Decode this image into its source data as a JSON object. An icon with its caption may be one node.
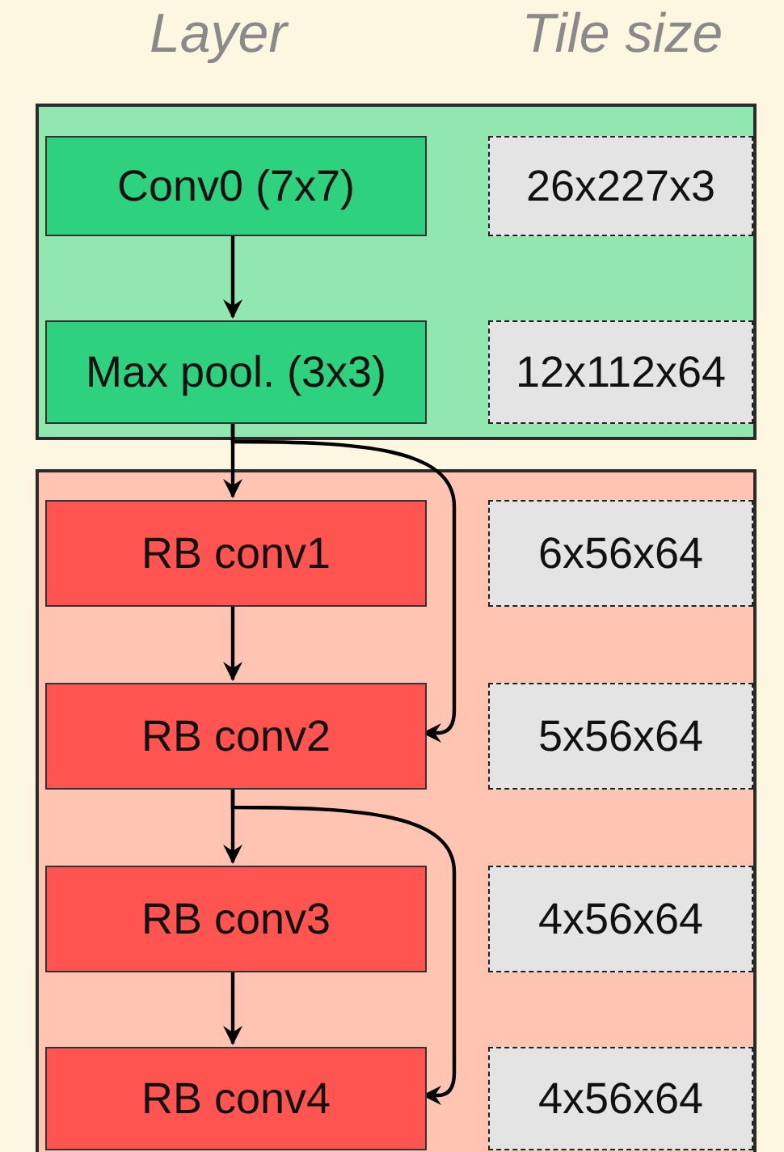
{
  "diagram": {
    "nodes": [
      {
        "text": [],
        "shape": "box"
      },
      {
        "text": [
          "Conv0 (7x7)"
        ],
        "in": 0
      },
      {
        "text": [
          "26x227x3"
        ],
        "in": 0
      },
      {
        "text": [
          "Max pool. (3x3)"
        ],
        "in": 0
      },
      {
        "text": [
          "12x112x64"
        ],
        "in": 0
      },
      {
        "text": [],
        "shape": "box"
      },
      {
        "text": [
          "RB conv1"
        ],
        "in": 5
      },
      {
        "text": [
          "6x56x64"
        ],
        "in": 5
      },
      {
        "text": [
          "RB conv2"
        ],
        "in": 5
      },
      {
        "text": [
          "5x56x64"
        ],
        "in": 5
      },
      {
        "text": [
          "RB conv3"
        ],
        "in": 5
      },
      {
        "text": [
          "4x56x64"
        ],
        "in": 5
      },
      {
        "text": [
          "RB conv4"
        ],
        "in": 5
      },
      {
        "text": [
          "4x56x64"
        ],
        "in": 5
      }
    ],
    "edges": [
      {
        "from": 1,
        "to": 3,
        "arrow": "to"
      },
      {
        "from": 3,
        "to": 6,
        "arrow": "to"
      },
      {
        "from": 6,
        "to": 8,
        "arrow": "to"
      },
      {
        "from": 8,
        "to": 10,
        "arrow": "to"
      },
      {
        "from": 10,
        "to": 12,
        "arrow": "to"
      },
      {
        "from": 3,
        "to": 8,
        "arrow": "to"
      },
      {
        "from": 8,
        "to": 12,
        "arrow": "to"
      }
    ],
    "labels": [
      "Layer",
      "Tile size"
    ]
  }
}
